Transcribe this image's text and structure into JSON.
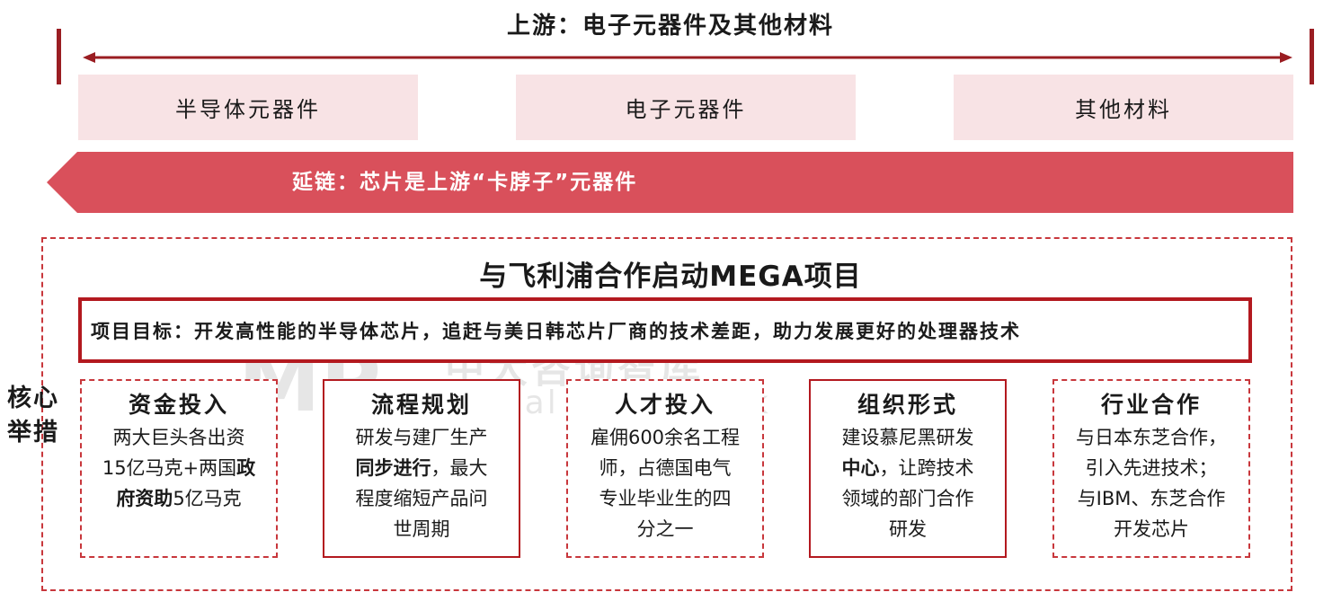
{
  "upstream": {
    "title": "上游：电子元器件及其他材料",
    "categories": [
      "半导体元器件",
      "电子元器件",
      "其他材料"
    ],
    "extension_text": "延链：芯片是上游“卡脖子”元器件"
  },
  "project": {
    "title": "与飞利浦合作启动MEGA项目",
    "goal": "项目目标：开发高性能的半导体芯片，追赶与美日韩芯片厂商的技术差距，助力发展更好的处理器技术"
  },
  "measures": {
    "label_line1": "核心",
    "label_line2": "举措",
    "items": [
      {
        "title": "资金投入",
        "lines": [
          "两大巨头各出资",
          "15亿马克+两国政",
          "府资助5亿马克"
        ]
      },
      {
        "title": "流程规划",
        "lines": [
          "研发与建厂生产",
          "同步进行，最大",
          "程度缩短产品问",
          "世周期"
        ]
      },
      {
        "title": "人才投入",
        "lines": [
          "雇佣600余名工程",
          "师，占德国电气",
          "专业毕业生的四",
          "分之一"
        ]
      },
      {
        "title": "组织形式",
        "lines": [
          "建设慕尼黑研发",
          "中心，让跨技术",
          "领域的部门合作",
          "研发"
        ]
      },
      {
        "title": "行业合作",
        "lines": [
          "与日本东芝合作，",
          "引入先进技术；",
          "与IBM、东芝合作",
          "开发芯片"
        ]
      }
    ]
  },
  "watermark": {
    "logo": "MP",
    "name_cn": "中大咨询智库",
    "name_en": "Social Think Tank"
  },
  "colors": {
    "dark_red": "#9a1d22",
    "band_red": "#d9505b",
    "light_pink": "#f8e3e5",
    "border_red": "#b3191f"
  }
}
